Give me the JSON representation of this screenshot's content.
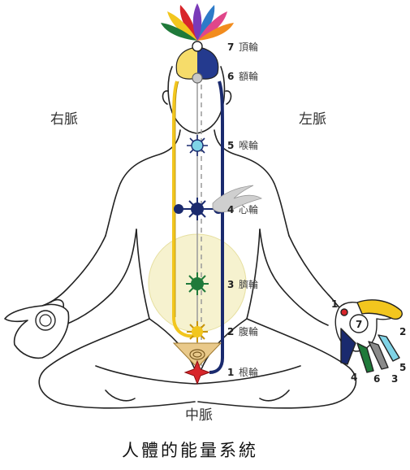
{
  "labels": {
    "right_channel": "右脈",
    "left_channel": "左脈",
    "central_channel": "中脈",
    "title": "人體的能量系統"
  },
  "chakras": [
    {
      "number": "7",
      "name": "頂輪",
      "color": "#ffffff"
    },
    {
      "number": "6",
      "name": "額輪",
      "color": "#c8c8c8"
    },
    {
      "number": "5",
      "name": "喉輪",
      "color": "#7fd3e6"
    },
    {
      "number": "4",
      "name": "心輪",
      "color": "#1a2a6e"
    },
    {
      "number": "3",
      "name": "臍輪",
      "color": "#1f7a3a"
    },
    {
      "number": "2",
      "name": "腹輪",
      "color": "#f2c61e"
    },
    {
      "number": "1",
      "name": "根輪",
      "color": "#d8262b"
    }
  ],
  "hand": {
    "center": "7",
    "fingers": [
      {
        "number": "1",
        "color": "#d8262b"
      },
      {
        "number": "2",
        "color": "#f2c61e"
      },
      {
        "number": "3",
        "color": "#8a8a8a"
      },
      {
        "number": "4",
        "color": "#1a2a6e"
      },
      {
        "number": "5",
        "color": "#7fd3e6"
      },
      {
        "number": "6",
        "color": "#1f7a3a"
      }
    ]
  },
  "colors": {
    "left_channel": "#1a2a6e",
    "right_channel": "#f2c61e",
    "central_channel": "#9a9a9a",
    "navel_glow": "#f6f2cf",
    "outline": "#222222"
  }
}
